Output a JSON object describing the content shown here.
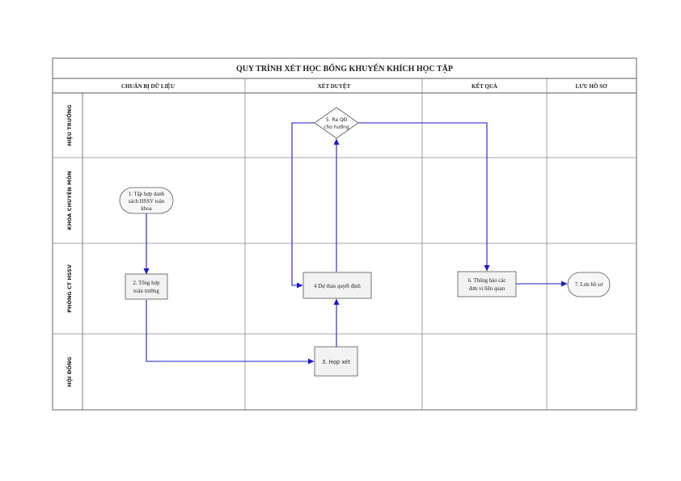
{
  "title": "QUY TRÌNH XÉT HỌC BỔNG KHUYẾN KHÍCH HỌC TẬP",
  "columns": [
    {
      "id": "col-chuan-bi",
      "label": "CHUẨN BỊ DỮ LIỆU"
    },
    {
      "id": "col-xet-duyet",
      "label": "XÉT DUYỆT"
    },
    {
      "id": "col-ket-qua",
      "label": "KẾT QUẢ"
    },
    {
      "id": "col-luu-ho-so",
      "label": "LƯU HỒ SƠ"
    }
  ],
  "lanes": [
    {
      "id": "lane-hieu-truong",
      "label": "HIỆU TRƯỞNG"
    },
    {
      "id": "lane-khoa",
      "label": "KHOA CHUYÊN MÔN"
    },
    {
      "id": "lane-phong-ct",
      "label": "PHÒNG CT HSSV"
    },
    {
      "id": "lane-hoi-dong",
      "label": "HỘI ĐỒNG"
    }
  ],
  "nodes": [
    {
      "id": "n1",
      "shape": "terminator",
      "lines": [
        "1. Tập hợp danh",
        "sách HSSV toàn",
        "khoa"
      ]
    },
    {
      "id": "n2",
      "shape": "process",
      "lines": [
        "2. Tổng hợp",
        "toàn trường"
      ]
    },
    {
      "id": "n3",
      "shape": "process",
      "lines": [
        "3. Họp xét"
      ]
    },
    {
      "id": "n4",
      "shape": "process",
      "lines": [
        "4 Dự thảo quyết định"
      ]
    },
    {
      "id": "n5",
      "shape": "decision",
      "lines": [
        "5. Ra QĐ",
        "cho hưởng"
      ]
    },
    {
      "id": "n6",
      "shape": "process",
      "lines": [
        "6. Thông báo các",
        "đơn vị liên quan"
      ]
    },
    {
      "id": "n7",
      "shape": "terminator",
      "lines": [
        "7. Lưu hồ sơ"
      ]
    }
  ],
  "edges": [
    {
      "from": "n1",
      "to": "n2"
    },
    {
      "from": "n2",
      "to": "n3"
    },
    {
      "from": "n3",
      "to": "n4"
    },
    {
      "from": "n4",
      "to": "n5"
    },
    {
      "from": "n5",
      "to": "n4"
    },
    {
      "from": "n5",
      "to": "n6"
    },
    {
      "from": "n6",
      "to": "n7"
    }
  ],
  "colors": {
    "border": "#555555",
    "grid": "#888888",
    "box_fill": "#f2f2f2",
    "terminator_fill": "#f7f7f7",
    "arrow": "#1a1acc",
    "text": "#222222"
  }
}
